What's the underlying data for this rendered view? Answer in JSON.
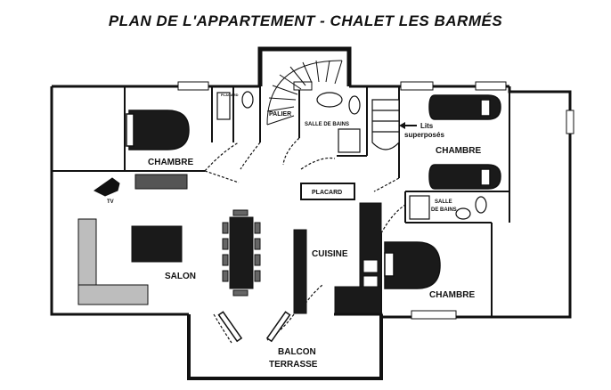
{
  "title": "PLAN DE L'APPARTEMENT - CHALET LES BARMÉS",
  "rooms": {
    "chambre_1": "CHAMBRE",
    "chambre_2": "CHAMBRE",
    "chambre_3": "CHAMBRE",
    "placard_left": "PLACARD",
    "palier": "PALIER",
    "salle_de_bains_1": "SALLE DE BAINS",
    "lits_line1": "Lits",
    "lits_line2": "superposés",
    "placard": "PLACARD",
    "salle_de_bains_2_line1": "SALLE",
    "salle_de_bains_2_line2": "DE BAINS",
    "tv": "TV",
    "salon": "SALON",
    "cuisine": "CUISINE",
    "balcon": "BALCON",
    "terrasse": "TERRASSE"
  },
  "colors": {
    "wall": "#111111",
    "furniture": "#1a1a1a",
    "sofa": "#bdbdbd",
    "window": "#ffffff"
  },
  "icons": {
    "arrow": "left-arrow-icon"
  }
}
